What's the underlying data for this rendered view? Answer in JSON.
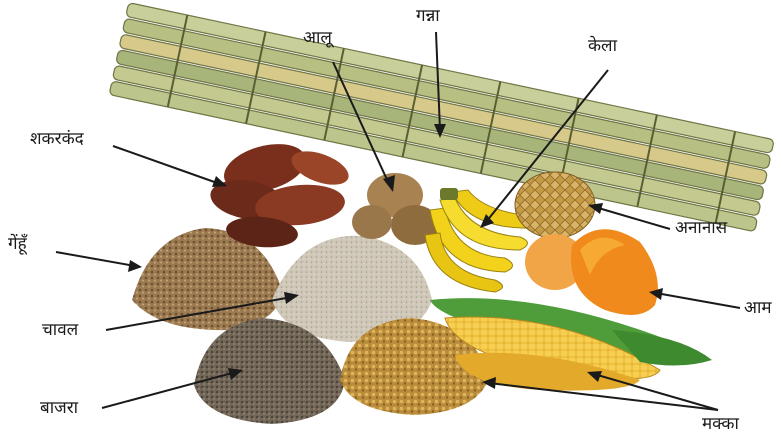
{
  "labels": {
    "ganna": "गन्ना",
    "aalu": "आलू",
    "kela": "केला",
    "shakarkand": "शकरकंद",
    "gehun": "गेंहूँ",
    "ananas": "अनानास",
    "chawal": "चावल",
    "aam": "आम",
    "bajra": "बाजरा",
    "makka": "मक्का"
  },
  "colors": {
    "sugarcane": "#b9c08a",
    "sweet_potato": "#6b2a1a",
    "banana": "#f2d21a",
    "pineapple": "#c9a24a",
    "mango": "#f08a1c",
    "corn": "#e8b534",
    "husk": "#4f9d3a",
    "wheat": "#9c7a52",
    "rice": "#c8bfb0",
    "millet": "#6f6558"
  }
}
